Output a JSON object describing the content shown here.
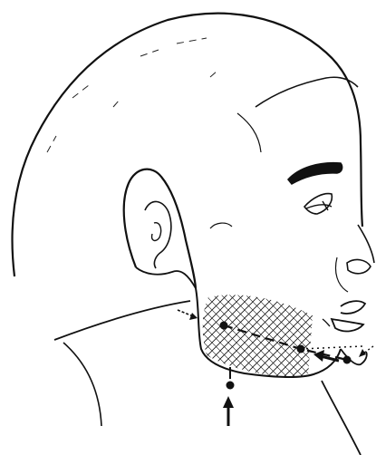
{
  "figure": {
    "subject": "head-profile-right",
    "ink_color": "#111111",
    "background_color": "#ffffff"
  },
  "markers": {
    "dot_count": 4,
    "arrow_count": 4
  }
}
